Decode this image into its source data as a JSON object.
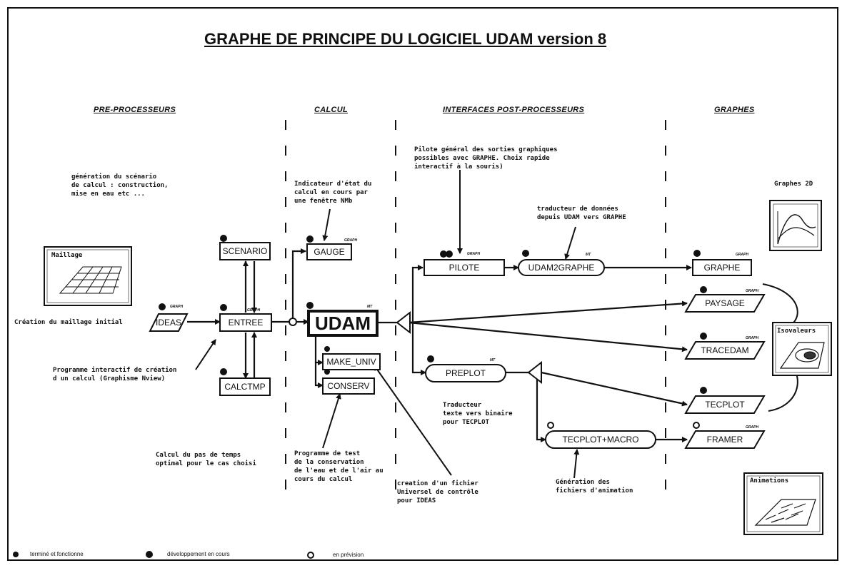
{
  "title": "GRAPHE DE PRINCIPE DU LOGICIEL UDAM version 8",
  "sections": {
    "pre": "PRE-PROCESSEURS",
    "calcul": "CALCUL",
    "interfaces": "INTERFACES POST-PROCESSEURS",
    "graphes": "GRAPHES"
  },
  "nodes": {
    "ideas": "IDEAS",
    "scenario": "SCENARIO",
    "entree": "ENTREE",
    "calctmp": "CALCTMP",
    "gauge": "GAUGE",
    "udam": "UDAM",
    "make_univ": "MAKE_UNIV",
    "conserv": "CONSERV",
    "pilote": "PILOTE",
    "udam2graphe": "UDAM2GRAPHE",
    "preplot": "PREPLOT",
    "tecplot_macro": "TECPLOT+MACRO",
    "graphe": "GRAPHE",
    "paysage": "PAYSAGE",
    "tracedam": "TRACEDAM",
    "tecplot": "TECPLOT",
    "framer": "FRAMER"
  },
  "tags": {
    "graph": "GRAPH",
    "mt": "MT"
  },
  "notes": {
    "gen_scenario": "génération du scénario\nde calcul : construction,\nmise en eau etc ...",
    "gauge_note": "Indicateur d'état du\ncalcul en cours par\nune fenêtre NMb",
    "pilote_note": "Pilote général des sorties graphiques\npossibles avec GRAPHE. Choix rapide\ninteractif à la souris)",
    "traducteur_note": "traducteur de données\ndepuis UDAM vers GRAPHE",
    "graphes2d": "Graphes 2D",
    "maillage": "Maillage",
    "creation_maillage": "Création du maillage initial",
    "prog_interactif": "Programme interactif de création\nd un calcul (Graphisme Nview)",
    "isovaleurs": "Isovaleurs",
    "traducteur_binaire": "Traducteur\ntexte vers binaire\npour TECPLOT",
    "calcul_pas": "Calcul du pas de temps\noptimal pour le cas choisi",
    "prog_test": "Programme de test\nde la conservation\nde l'eau et de l'air au\ncours du calcul",
    "creation_fichier": "creation d'un fichier\nUniversel de contrôle\npour IDEAS",
    "generation_anim": "Génération des\nfichiers d'animation",
    "animations": "Animations"
  },
  "legend": {
    "done": "terminé et fonctionne",
    "dev": "développement en cours",
    "planned": "en prévision"
  }
}
